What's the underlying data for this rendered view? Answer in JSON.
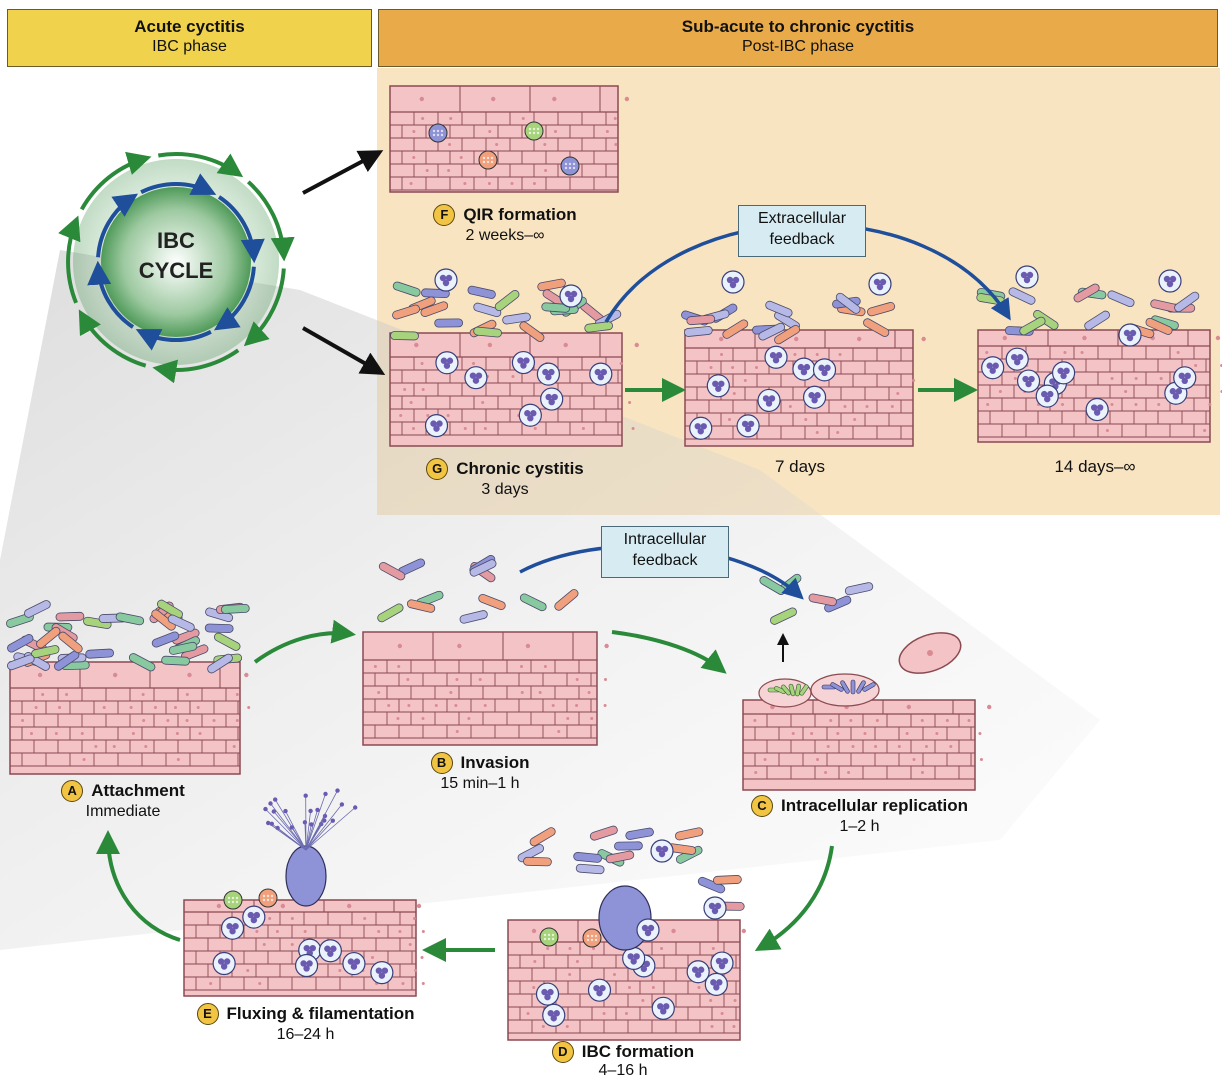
{
  "header": {
    "left": {
      "title": "Acute cyctitis",
      "subtitle": "IBC phase"
    },
    "right": {
      "title": "Sub-acute to chronic cyctitis",
      "subtitle": "Post-IBC phase"
    }
  },
  "cycle_label": [
    "IBC",
    "CYCLE"
  ],
  "stages": {
    "f": {
      "letter": "F",
      "title": "QIR formation",
      "time": "2 weeks–∞"
    },
    "g": {
      "letter": "G",
      "title": "Chronic cystitis",
      "time": "3 days"
    },
    "g7": {
      "time": "7 days"
    },
    "g14": {
      "time": "14 days–∞"
    },
    "a": {
      "letter": "A",
      "title": "Attachment",
      "time": "Immediate"
    },
    "b": {
      "letter": "B",
      "title": "Invasion",
      "time": "15 min–1 h"
    },
    "c": {
      "letter": "C",
      "title": "Intracellular replication",
      "time": "1–2 h"
    },
    "d": {
      "letter": "D",
      "title": "IBC formation",
      "time": "4–16 h"
    },
    "e": {
      "letter": "E",
      "title": "Fluxing & filamentation",
      "time": "16–24 h"
    }
  },
  "feedback": {
    "extracellular": [
      "Extracellular",
      "feedback"
    ],
    "intracellular": [
      "Intracellular",
      "feedback"
    ]
  },
  "colors": {
    "header_left": "#f0d24d",
    "header_right": "#e9aa4a",
    "chronic_panel": "#f8e4c1",
    "epithelium": "#f3c3c5",
    "cell_border": "#8a4a52",
    "green_arrow": "#2b8a3a",
    "blue_arrow": "#1f4e9a",
    "badge": "#f2c443"
  }
}
